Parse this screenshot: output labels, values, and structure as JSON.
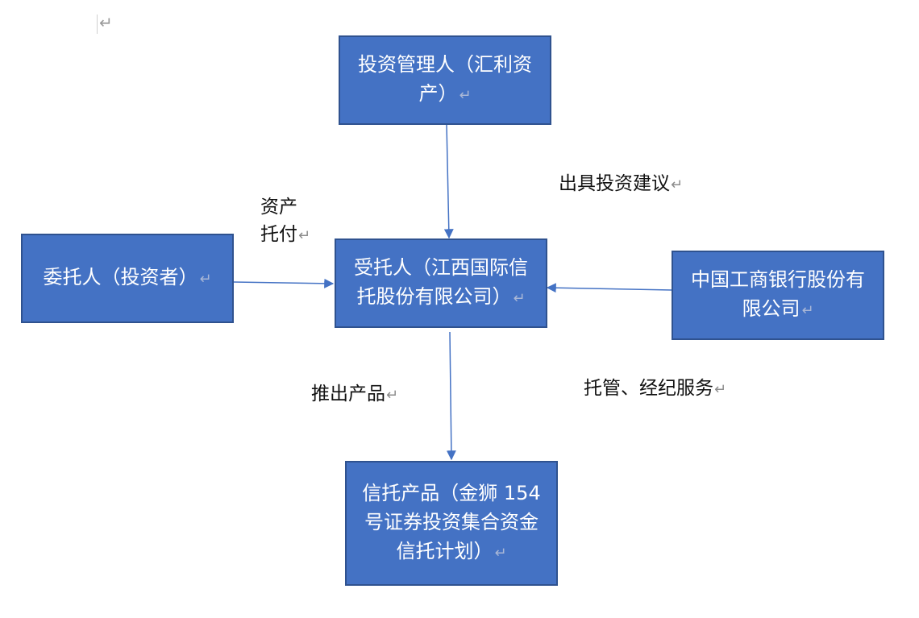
{
  "paragraph_mark": "↵",
  "nodes": {
    "investment_manager": "投资管理人（汇利资产）",
    "trustor": "委托人（投资者）",
    "trustee": "受托人（江西国际信托股份有限公司）",
    "custodian": "中国工商银行股份有限公司",
    "trust_product": "信托产品（金狮 154 号证券投资集合资金信托计划）"
  },
  "edges": {
    "advice": "出具投资建议",
    "asset_delivery_line1": "资产",
    "asset_delivery_line2": "托付",
    "launch_product": "推出产品",
    "custody_service": "托管、经纪服务"
  },
  "colors": {
    "box_fill": "#4472c4",
    "box_border": "#2f528f",
    "arrow": "#4472c4"
  }
}
